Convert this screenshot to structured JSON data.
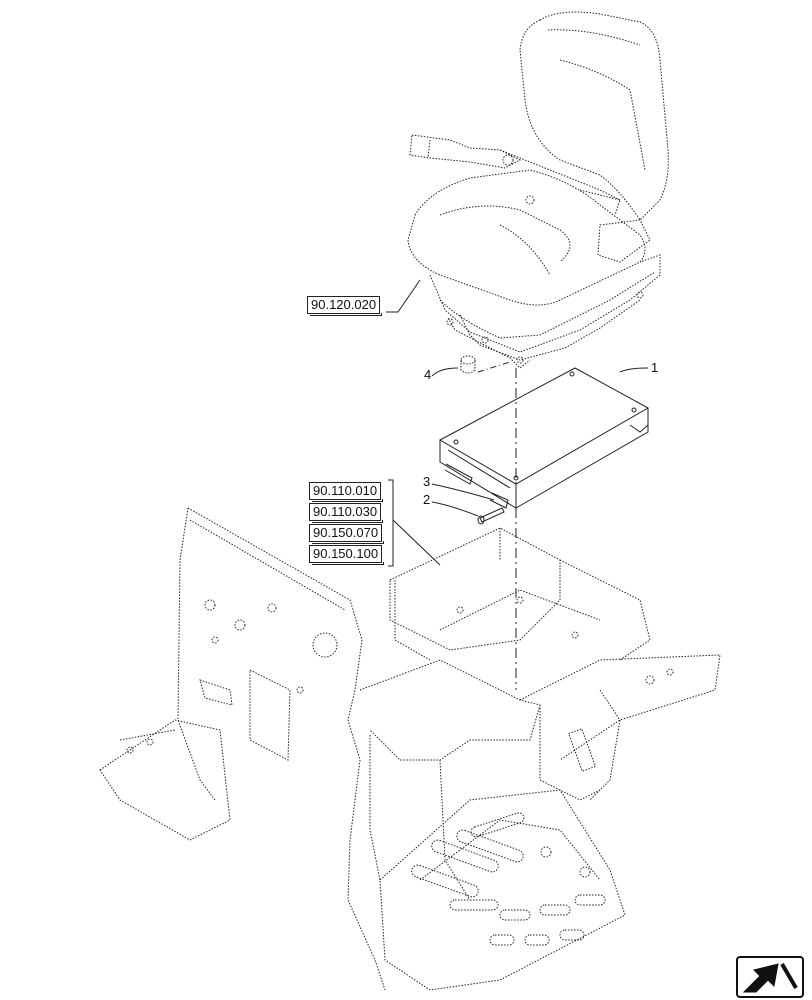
{
  "references": {
    "seat_group": "90.120.020",
    "group_1": "90.110.010",
    "group_2": "90.110.030",
    "group_3": "90.150.070",
    "group_4": "90.150.100"
  },
  "callouts": {
    "item_1": "1",
    "item_2": "2",
    "item_3": "3",
    "item_4": "4"
  },
  "icons": {
    "navigation": "next-page-arrow-icon"
  },
  "colors": {
    "line": "#222222",
    "background": "#ffffff"
  }
}
